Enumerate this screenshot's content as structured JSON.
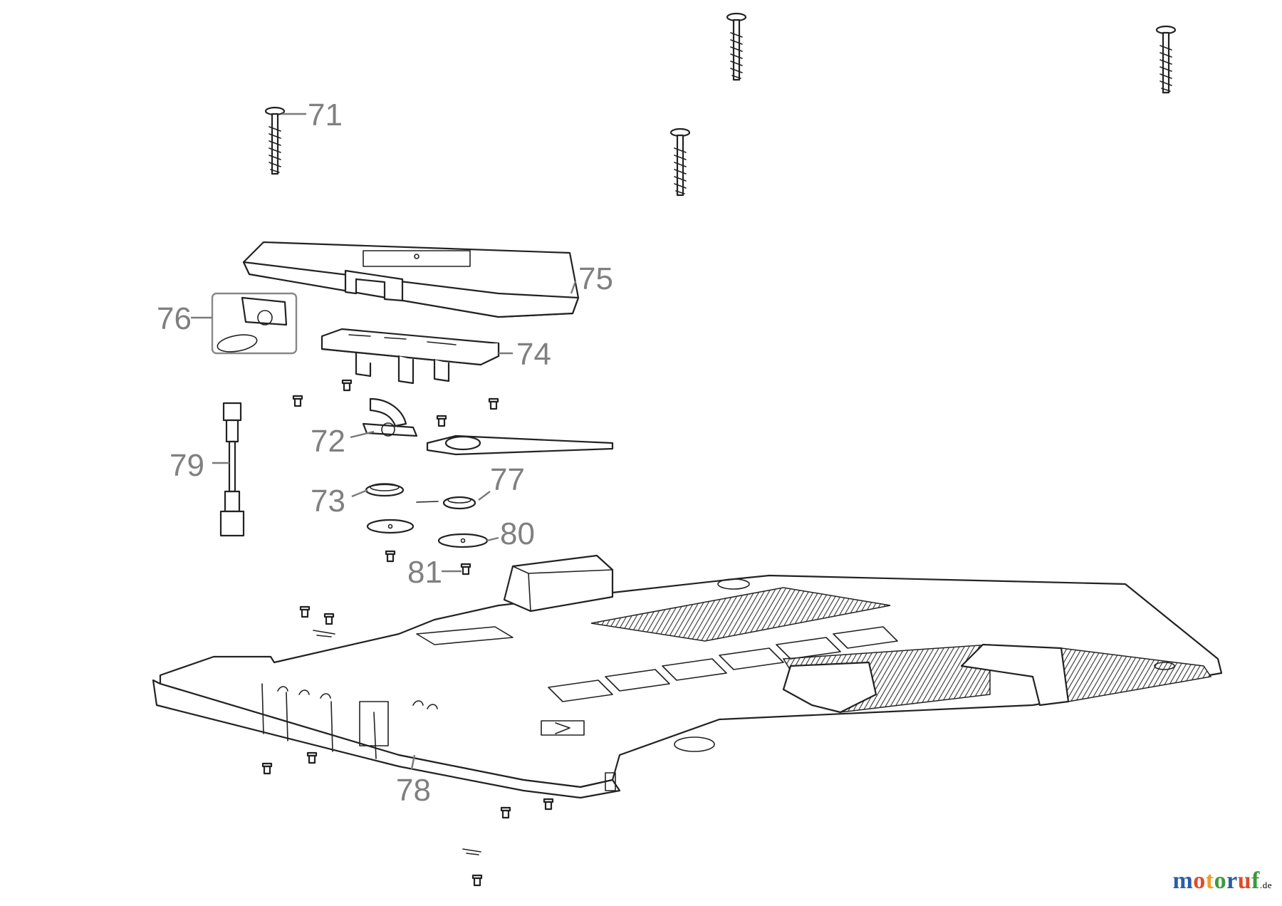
{
  "callouts": {
    "c71": "71",
    "c72": "72",
    "c73": "73",
    "c74": "74",
    "c75": "75",
    "c76": "76",
    "c77": "77",
    "c78": "78",
    "c79": "79",
    "c80": "80",
    "c81": "81"
  },
  "watermark": {
    "letters": [
      "m",
      "o",
      "t",
      "o",
      "r",
      "u",
      "f"
    ],
    "suffix": ".de",
    "colors": [
      "#2a5da8",
      "#e04a2a",
      "#f0a020",
      "#3a9a3a",
      "#2a5da8",
      "#e04a2a",
      "#3a9a3a"
    ]
  },
  "colors": {
    "line": "#222222",
    "callout": "#808080"
  }
}
